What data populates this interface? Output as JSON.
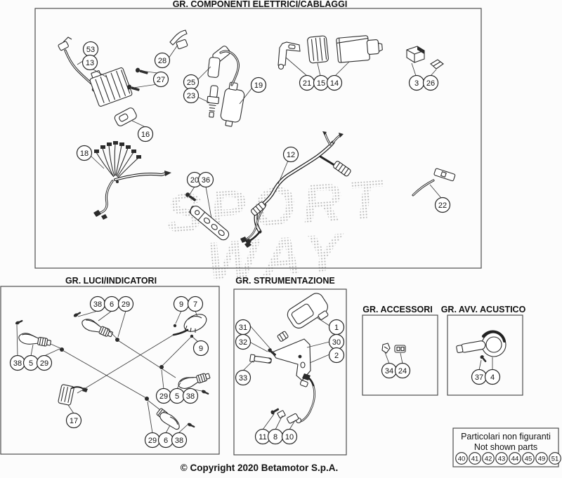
{
  "sections": {
    "electrical": {
      "title": "GR. COMPONENTI ELETTRICI/CABLAGGI",
      "callouts": [
        "53",
        "13",
        "28",
        "27",
        "25",
        "23",
        "19",
        "21",
        "15",
        "14",
        "3",
        "26",
        "16",
        "18",
        "20",
        "36",
        "12",
        "22"
      ]
    },
    "luci": {
      "title": "GR. LUCI/INDICATORI",
      "callouts": [
        "38",
        "6",
        "29",
        "9",
        "7",
        "9",
        "38",
        "5",
        "29",
        "29",
        "5",
        "38",
        "17",
        "29",
        "6",
        "38"
      ]
    },
    "strumentazione": {
      "title": "GR. STRUMENTAZIONE",
      "callouts": [
        "31",
        "32",
        "1",
        "30",
        "2",
        "33",
        "11",
        "8",
        "10"
      ]
    },
    "accessori": {
      "title": "GR. ACCESSORI",
      "callouts": [
        "34",
        "24"
      ]
    },
    "avv_acustico": {
      "title": "GR. AVV. ACUSTICO",
      "callouts": [
        "37",
        "4"
      ]
    }
  },
  "not_shown": {
    "line1": "Particolari non figuranti",
    "line2": "Not shown parts",
    "parts": [
      "40",
      "41",
      "42",
      "43",
      "44",
      "45",
      "49",
      "51"
    ]
  },
  "watermark": {
    "line1": "SPORT",
    "line2": "WAY"
  },
  "footer": {
    "copyright": "© Copyright 2020 Betamotor S.p.A."
  }
}
